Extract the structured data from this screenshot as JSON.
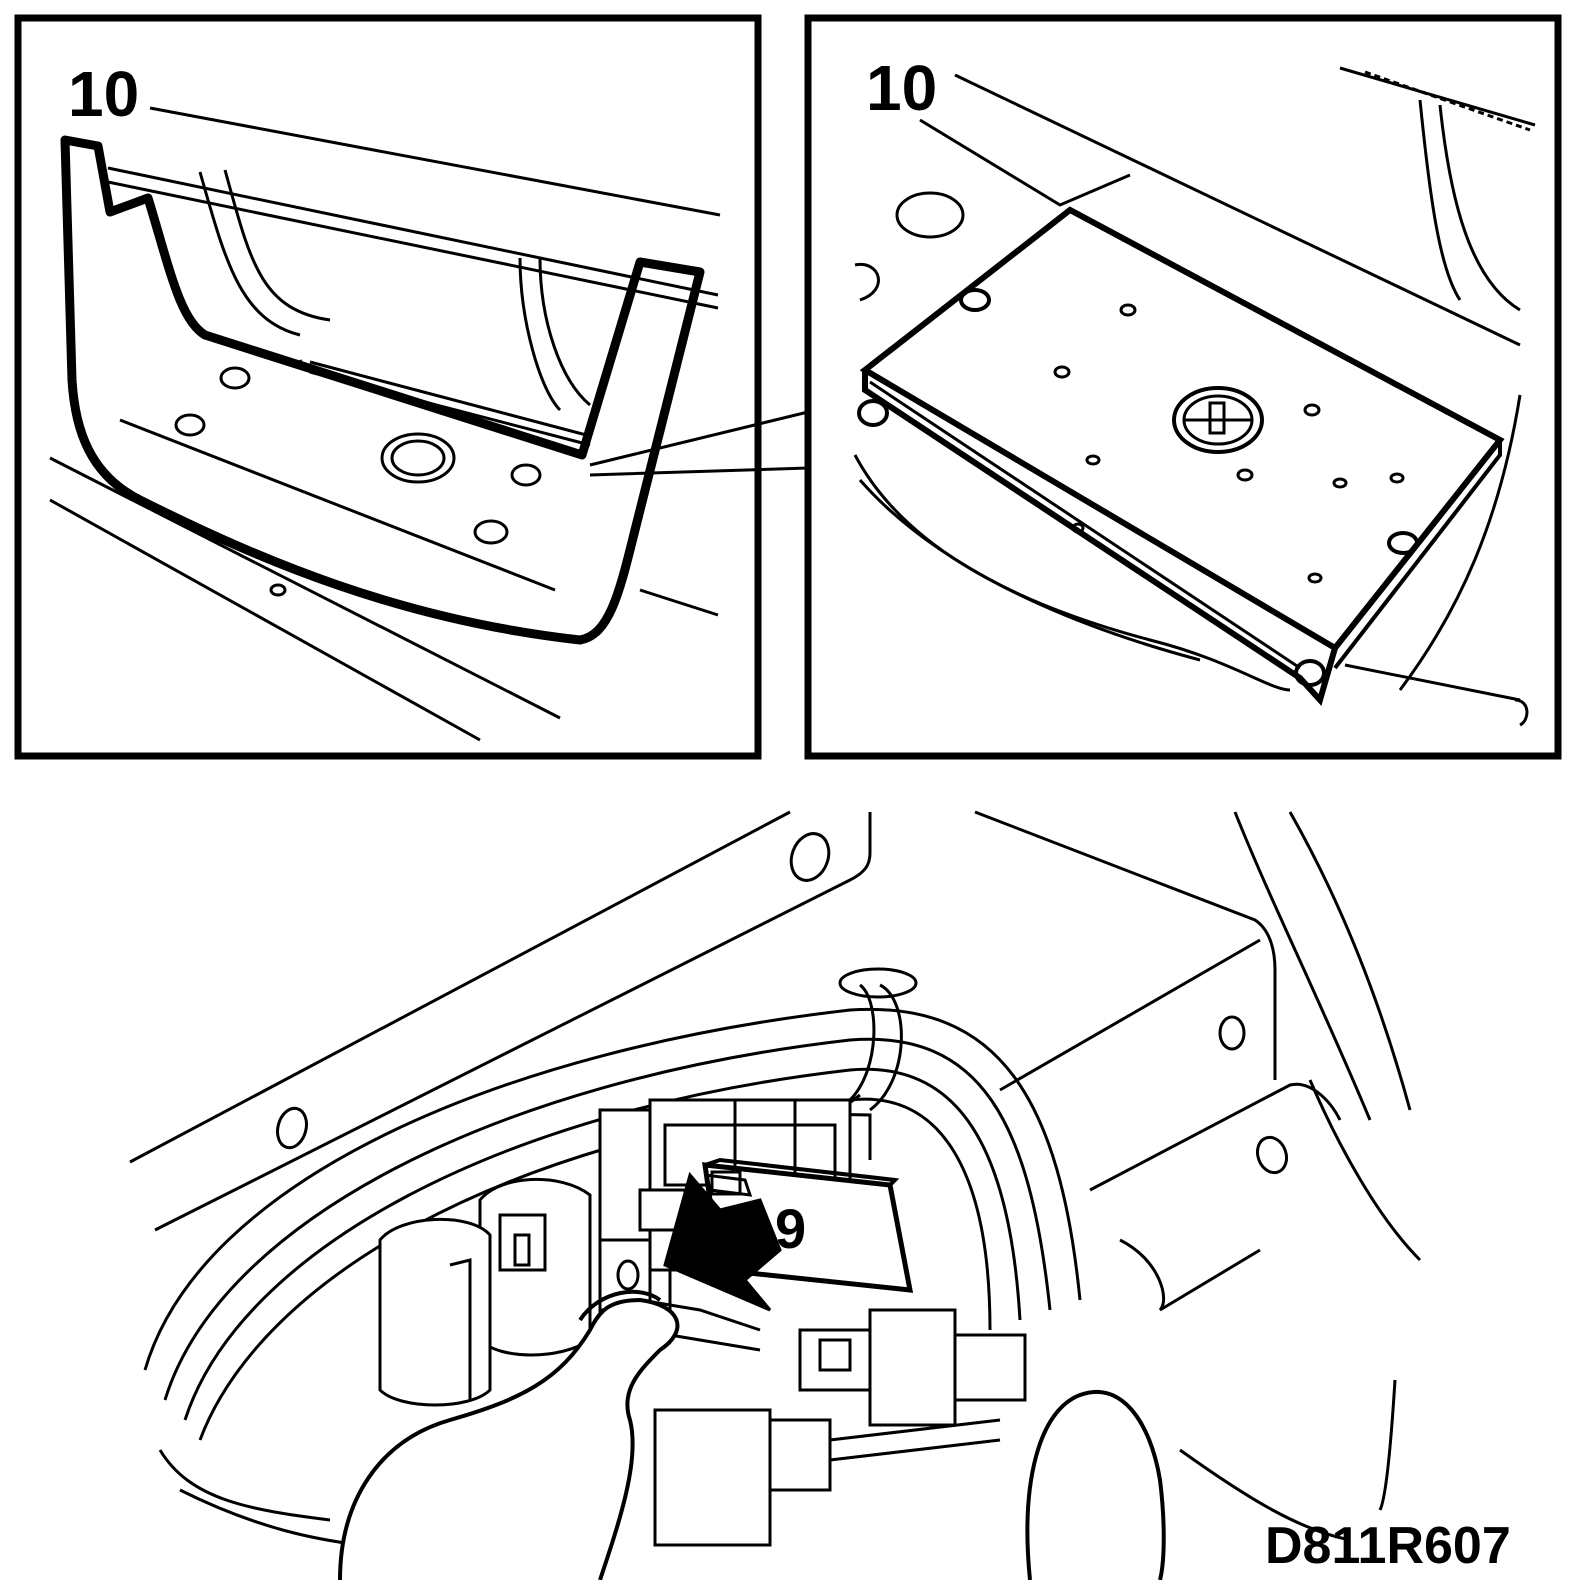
{
  "panels": {
    "top_left": {
      "callout": "10"
    },
    "top_right": {
      "callout": "10"
    },
    "bottom": {
      "callout": "9"
    }
  },
  "figure_code": "D811R607",
  "colors": {
    "ink": "#000000",
    "paper": "#ffffff"
  }
}
